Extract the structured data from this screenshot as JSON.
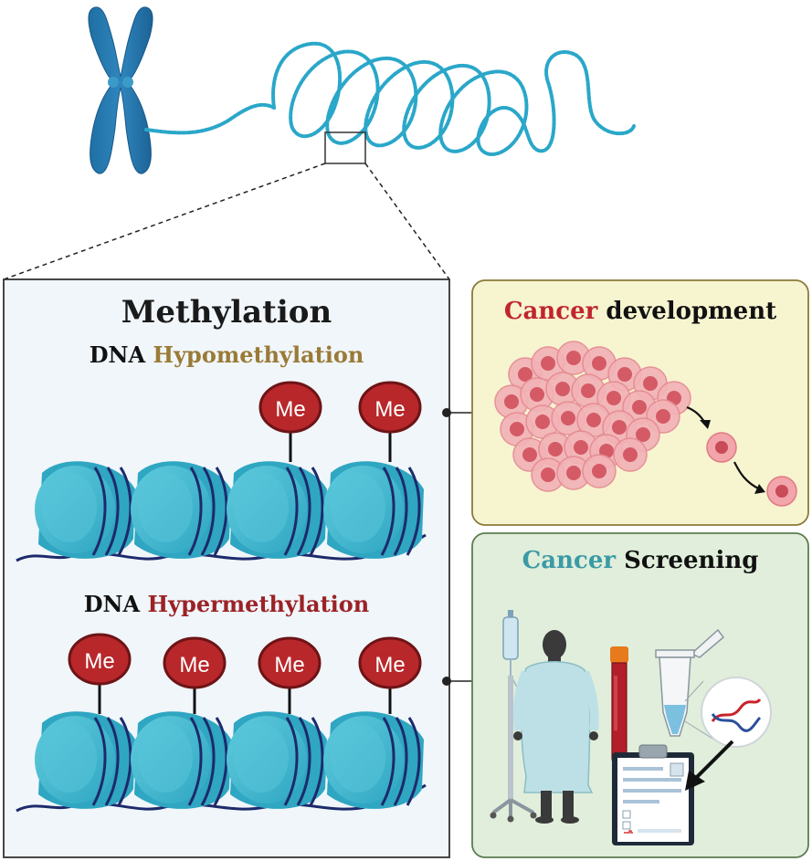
{
  "methylation_panel": {
    "title": "Methylation",
    "hypo": {
      "prefix": "DNA",
      "word": "Hypomethylation"
    },
    "hyper": {
      "prefix": "DNA",
      "word": "Hypermethylation"
    },
    "marker_label": "Me"
  },
  "cancer_development": {
    "word1": "Cancer",
    "word2": "development"
  },
  "cancer_screening": {
    "word1": "Cancer",
    "word2": "Screening"
  },
  "colors": {
    "dna_blue": "#2aa7c9",
    "nucleosome": "#3fb8cf",
    "me_red": "#b8272a",
    "hypo_gold": "#9a7a36",
    "hyper_red": "#9b2226",
    "cancer_red": "#c0262d",
    "screen_teal": "#3b9aa6",
    "dev_bg": "#f7f4d0",
    "screen_bg": "#e0eedb"
  }
}
